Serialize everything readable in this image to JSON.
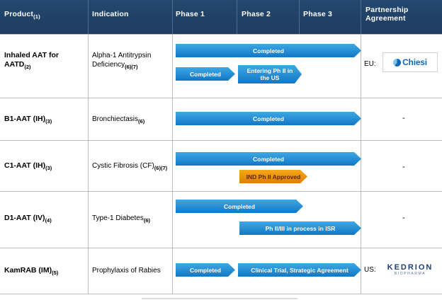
{
  "header": {
    "columns": [
      {
        "label": "Product",
        "note": "(1)"
      },
      {
        "label": "Indication",
        "note": ""
      },
      {
        "label": "Phase 1",
        "note": ""
      },
      {
        "label": "Phase 2",
        "note": ""
      },
      {
        "label": "Phase 3",
        "note": ""
      },
      {
        "label": "Partnership Agreement",
        "note": ""
      }
    ]
  },
  "rows": [
    {
      "product": "Inhaled AAT for AATD",
      "product_note": "(2)",
      "indication": "Alpha-1 Antitrypsin Deficiency",
      "indication_note": "(6)(7)",
      "bars": [
        {
          "label": "Completed",
          "color": "blue"
        },
        {
          "label": "Completed",
          "color": "blue"
        },
        {
          "label": "Entering Ph II in the US",
          "color": "blue"
        }
      ],
      "partnership": "EU:",
      "logo": "chiesi"
    },
    {
      "product": "B1-AAT (IH)",
      "product_note": "(3)",
      "indication": "Bronchiectasis",
      "indication_note": "(6)",
      "bars": [
        {
          "label": "Completed",
          "color": "blue"
        }
      ],
      "partnership": "-",
      "logo": ""
    },
    {
      "product": "C1-AAT (IH)",
      "product_note": "(3)",
      "indication": "Cystic Fibrosis (CF)",
      "indication_note": "(6)(7)",
      "bars": [
        {
          "label": "Completed",
          "color": "blue"
        },
        {
          "label": "IND Ph II Approved",
          "color": "orange"
        }
      ],
      "partnership": "-",
      "logo": ""
    },
    {
      "product": "D1-AAT (IV)",
      "product_note": "(4)",
      "indication": "Type-1 Diabetes",
      "indication_note": "(6)",
      "bars": [
        {
          "label": "Completed",
          "color": "blue"
        },
        {
          "label": "Ph II/III in process in ISR",
          "color": "blue"
        }
      ],
      "partnership": "-",
      "logo": ""
    },
    {
      "product": "KamRAB (IM)",
      "product_note": "(5)",
      "indication": "Prophylaxis of Rabies",
      "indication_note": "",
      "bars": [
        {
          "label": "Completed",
          "color": "blue"
        },
        {
          "label": "Clinical Trial, Strategic Agreement",
          "color": "blue"
        }
      ],
      "partnership": "US:",
      "logo": "kedrion"
    }
  ],
  "logos": {
    "chiesi": {
      "name": "Chiesi"
    },
    "kedrion": {
      "name": "KEDRION",
      "tagline": "BIOPHARMA"
    }
  },
  "colors": {
    "header_bg": "#23456c",
    "bar_blue": "#1a8fdd",
    "bar_orange": "#ef8c06",
    "grid": "#bcbcbc"
  }
}
